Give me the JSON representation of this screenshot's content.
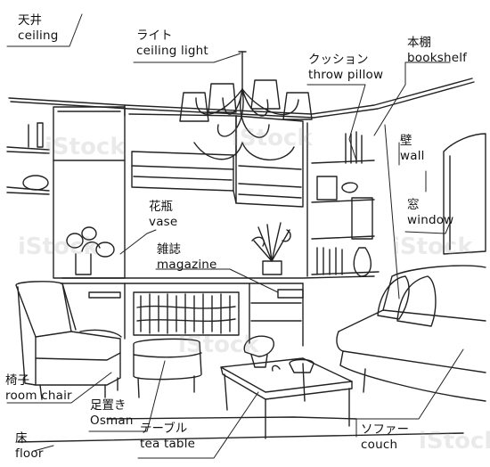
{
  "labels": [
    {
      "id": "ceiling",
      "jp": "天井",
      "en": "ceiling"
    },
    {
      "id": "ceiling_light",
      "jp": "ライト",
      "en": "ceiling light"
    },
    {
      "id": "throw_pillow",
      "jp": "クッション",
      "en": "throw pillow"
    },
    {
      "id": "bookshelf",
      "jp": "本棚",
      "en": "bookshelf"
    },
    {
      "id": "wall",
      "jp": "壁",
      "en": "wall"
    },
    {
      "id": "window",
      "jp": "窓",
      "en": "window"
    },
    {
      "id": "vase",
      "jp": "花瓶",
      "en": "vase"
    },
    {
      "id": "magazine",
      "jp": "雑誌",
      "en": "magazine"
    },
    {
      "id": "room_chair",
      "jp": "椅子",
      "en": "room chair"
    },
    {
      "id": "osman",
      "jp": "足置き",
      "en": "Osman"
    },
    {
      "id": "tea_table",
      "jp": "テーブル",
      "en": "tea table"
    },
    {
      "id": "couch",
      "jp": "ソファー",
      "en": "couch"
    },
    {
      "id": "floor",
      "jp": "床",
      "en": "floor"
    }
  ],
  "watermark": "iStock"
}
